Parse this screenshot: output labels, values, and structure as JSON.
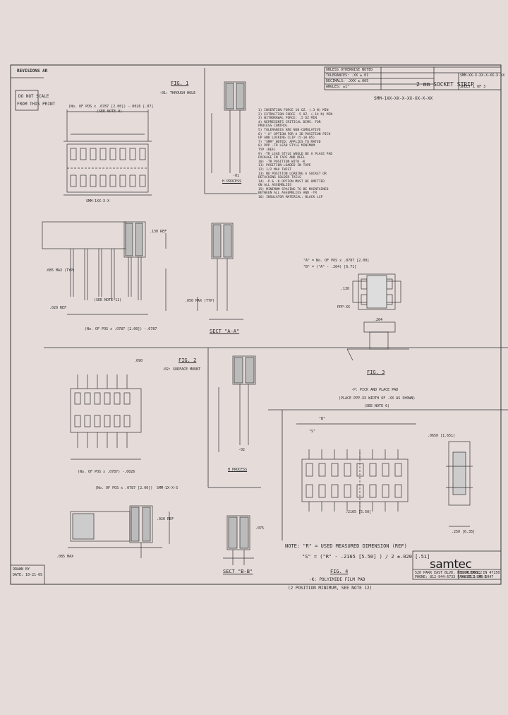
{
  "sheet": {
    "revisions_label": "REVISIONS AR",
    "do_not_scale_line1": "DO NOT SCALE",
    "do_not_scale_line2": "FROM THIS PRINT",
    "title": "2 mm SOCKET STRIP",
    "part_number_pattern": "SMM-1XX-XX-X-XX-XX-X-XX",
    "sheet_label": "SHEET 1 OF 3",
    "drawing_number": "SMM-XX-X-XX-X-XX-X-XX",
    "company_logo": "samtec"
  },
  "fig1": {
    "label": "FIG. 1",
    "subtitle": "-01: THROUGH HOLE",
    "dim_top": "(No. OF POS x .0787 [2.00]) -.0026 [.07]",
    "see_note": "(SEE NOTE 9)",
    "callout": "SMM-1XX-X-X",
    "dim_130": ".130 REF",
    "dim_085": ".085 MAX (TYP)",
    "dim_020": ".020 REF",
    "dim_pitch": "(No. OF POS x .0787 [2.00]) -.0787",
    "section": "SECT \"A-A\"",
    "process": "H PROCESS",
    "label_01": "-01",
    "dim_050": ".050 MAX (TYP)",
    "dim_b": "(SEE NOTE 11)"
  },
  "notes": [
    "1) INSERTION FORCE 10 OZ. (.3 N) MIN",
    "2) EXTRACTION FORCE .5 OZ. (.14 N) MIN",
    "3) WITHDRAWAL FORCE: .5 OZ MIN",
    "4) REPRESENTS CRITICAL DIMS. FOR",
    "   PROCESS CONTROL",
    "5) TOLERANCES ARE NON-CUMULATIVE",
    "6) \"-X\" OPTION FOR A 3D POSITION PICK",
    "   UP AND LOCKING CLIP (5-10-05)",
    "7) \"SMM\" NOTED: APPLIES TO MATED",
    "8) PPP -TR LEAD STYLE MINIMUM",
    "   TYP (REF)",
    "9) -TR LEAD STYLE WOULD BE A PLACE PAD",
    "   PACKAGE IN TAPE AND REEL",
    "10) -TR POSITION WITH -K",
    "11) POSITION LOADED IN TAPE",
    "12) 1/2 MAX TWIST",
    "13) NO POSITION LOADING A SOCKET OR",
    "    DETACHING SOLDER TAILS",
    "14) -P & -K OPTION MUST BE OMITTED",
    "    ON ALL ASSEMBLIES",
    "15) MINIMUM SPACING TO BE MAINTAINED",
    "    BETWEEN ALL ASSEMBLIES AND -TR",
    "16) INSULATOR MATERIAL: BLACK LCP"
  ],
  "fig3": {
    "label": "FIG. 3",
    "subtitle": "-P: PICK AND PLACE PAD",
    "subtitle2": "(PLACE PPP-XX WIDTH OF .XX AS SHOWN)",
    "see_note": "(SEE NOTE 6)",
    "dim_a": "\"A\" = No. OF POS x .0787 [2.00]",
    "dim_b": "\"B\" = (\"A\" - .264) [6.71]",
    "dim_130": ".130",
    "dim_c": ".264",
    "callout": "PPP-XX"
  },
  "fig2": {
    "label": "FIG. 2",
    "subtitle": "-02: SURFACE MOUNT",
    "dim_top": "(No. OF POS x .0787) -.0026",
    "dim_090": ".090",
    "callout": "SMM-1X-X-S",
    "dim_pitch": "(No. OF POS x .0787 [2.00])",
    "section": "SECT \"B-B\"",
    "process": "H PROCESS",
    "label_02": "-02",
    "dim_020": ".020 REF",
    "dim_085": ".085 MAX",
    "dim_075": ".075"
  },
  "fig4": {
    "label": "FIG. 4",
    "subtitle": "-K: POLYIMIDE FILM PAD",
    "subtitle2": "(2 POSITION MINIMUM, SEE NOTE 12)",
    "dim_b": "\"B\"",
    "dim_s": "\"S\"",
    "dim_ref": ".2165 [5.50]",
    "callout": ".0650 [1.651]",
    "dim_250": ".250 [6.35]"
  },
  "note_r": {
    "line1": "NOTE: \"R\" = USED MEASURED DIMENSION (REF)",
    "line2": "\"S\" = (\"R\" - .2165 [5.50] ) / 2 ±.020 [.51]"
  },
  "title_block": {
    "row1": "UNLESS OTHERWISE NOTED",
    "row2": "TOLERANCES: .XX ±.01",
    "row3": "DECIMALS: .XXX ±.005",
    "row4": "ANGLES: ±1°",
    "company_address": "520 PARK EAST BLVD, NEW ALBANY, IN 47150",
    "phone": "PHONE: 812-944-6733  FAX: 812-948-5047",
    "code": "CODE 55322",
    "sheet": "SHEET 1 OF 3",
    "drawn_by": "DRAWN BY",
    "date": "DATE: 10-21-05"
  }
}
